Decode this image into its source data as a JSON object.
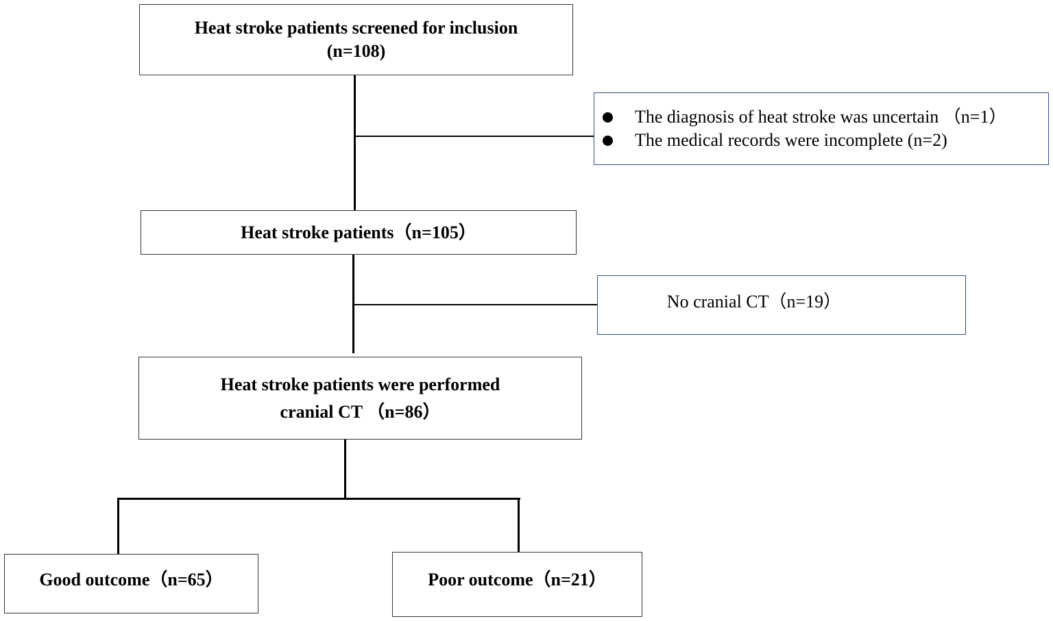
{
  "flowchart": {
    "screened": {
      "line1": "Heat stroke patients screened for inclusion",
      "line2": "(n=108)"
    },
    "exclusion1": {
      "items": [
        "The diagnosis of heat stroke was uncertain （n=1）",
        "The  medical records were incomplete (n=2)"
      ]
    },
    "patients": {
      "label": "Heat stroke patients（n=105）"
    },
    "exclusion2": {
      "label": "No cranial CT（n=19）"
    },
    "performed_ct": {
      "line1": "Heat stroke patients were performed",
      "line2": "cranial CT （n=86）"
    },
    "good_outcome": {
      "label": "Good outcome（n=65）"
    },
    "poor_outcome": {
      "label": "Poor outcome（n=21）"
    }
  }
}
